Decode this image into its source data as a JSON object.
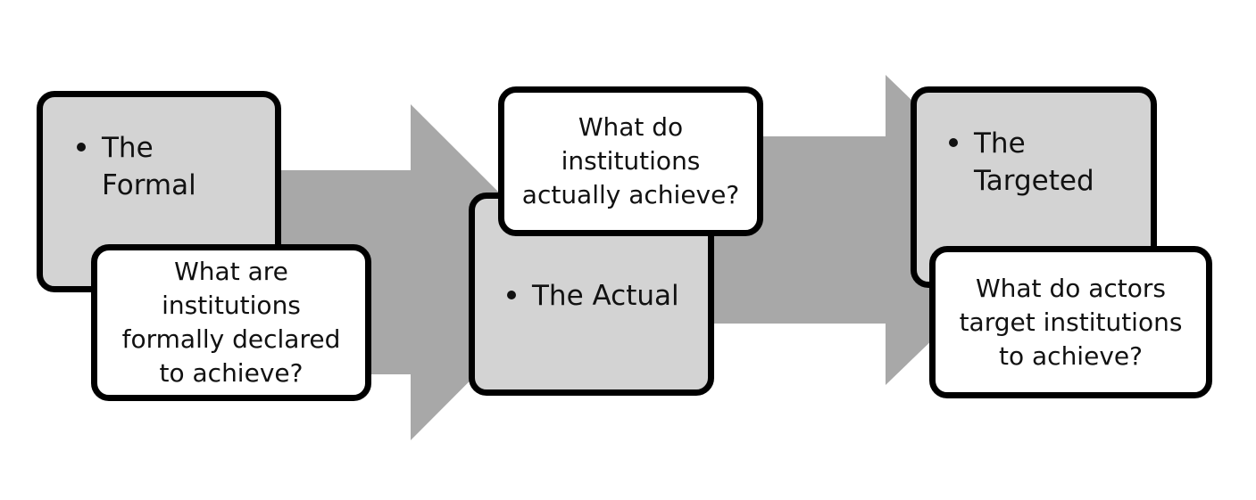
{
  "colors": {
    "stage_fill": "#d3d3d3",
    "question_fill": "#ffffff",
    "border": "#000000",
    "arrow_fill": "#a8a8a8"
  },
  "stages": [
    {
      "label": "The\nFormal",
      "question": "What are\ninstitutions\nformally declared\nto achieve?"
    },
    {
      "label": "The Actual",
      "question": "What do\ninstitutions\nactually achieve?"
    },
    {
      "label": "The\nTargeted",
      "question": "What do actors\ntarget institutions\nto achieve?"
    }
  ]
}
